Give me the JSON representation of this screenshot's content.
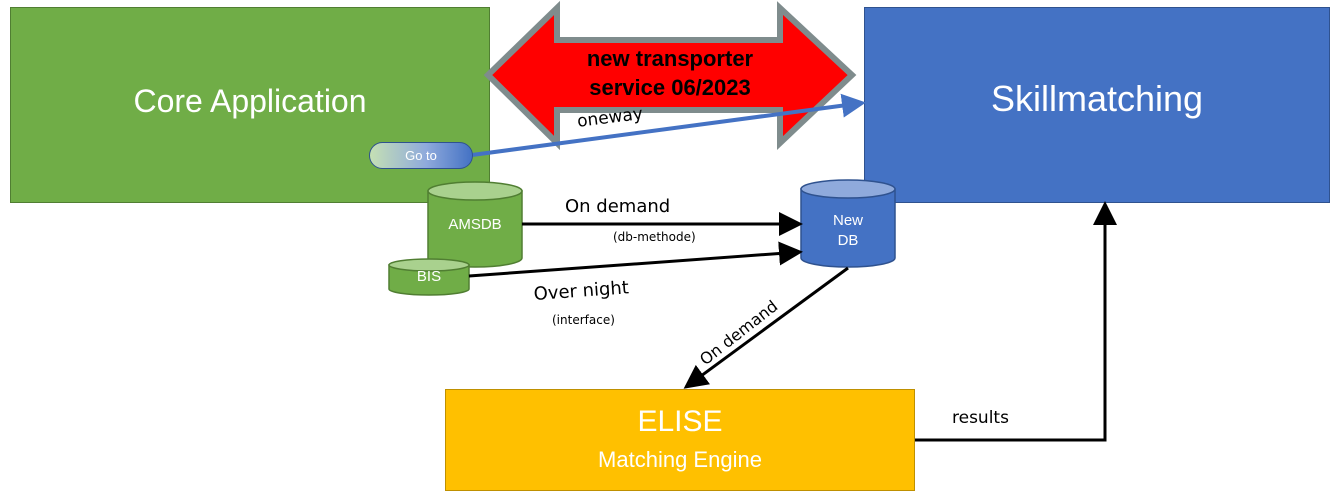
{
  "boxes": {
    "core": {
      "title": "Core Application"
    },
    "skill": {
      "title": "Skillmatching"
    },
    "elise": {
      "title": "ELISE",
      "subtitle": "Matching Engine"
    }
  },
  "databases": {
    "amsdb": "AMSDB",
    "bis": "BIS",
    "newdb_line1": "New",
    "newdb_line2": "DB"
  },
  "button": {
    "goto": "Go to"
  },
  "transport": {
    "line1": "new transporter",
    "line2": "service 06/2023"
  },
  "connections": {
    "oneway": "oneway",
    "ondemand_db": "On demand",
    "db_methode": "(db-methode)",
    "overnight": "Over night",
    "interface": "(interface)",
    "ondemand_elise": "On demand",
    "results": "results"
  },
  "colors": {
    "core": "#70ad47",
    "skill": "#4472c4",
    "elise": "#ffc000",
    "transport_arrow": "#ff0000",
    "transport_outline": "#7f8c8d"
  }
}
